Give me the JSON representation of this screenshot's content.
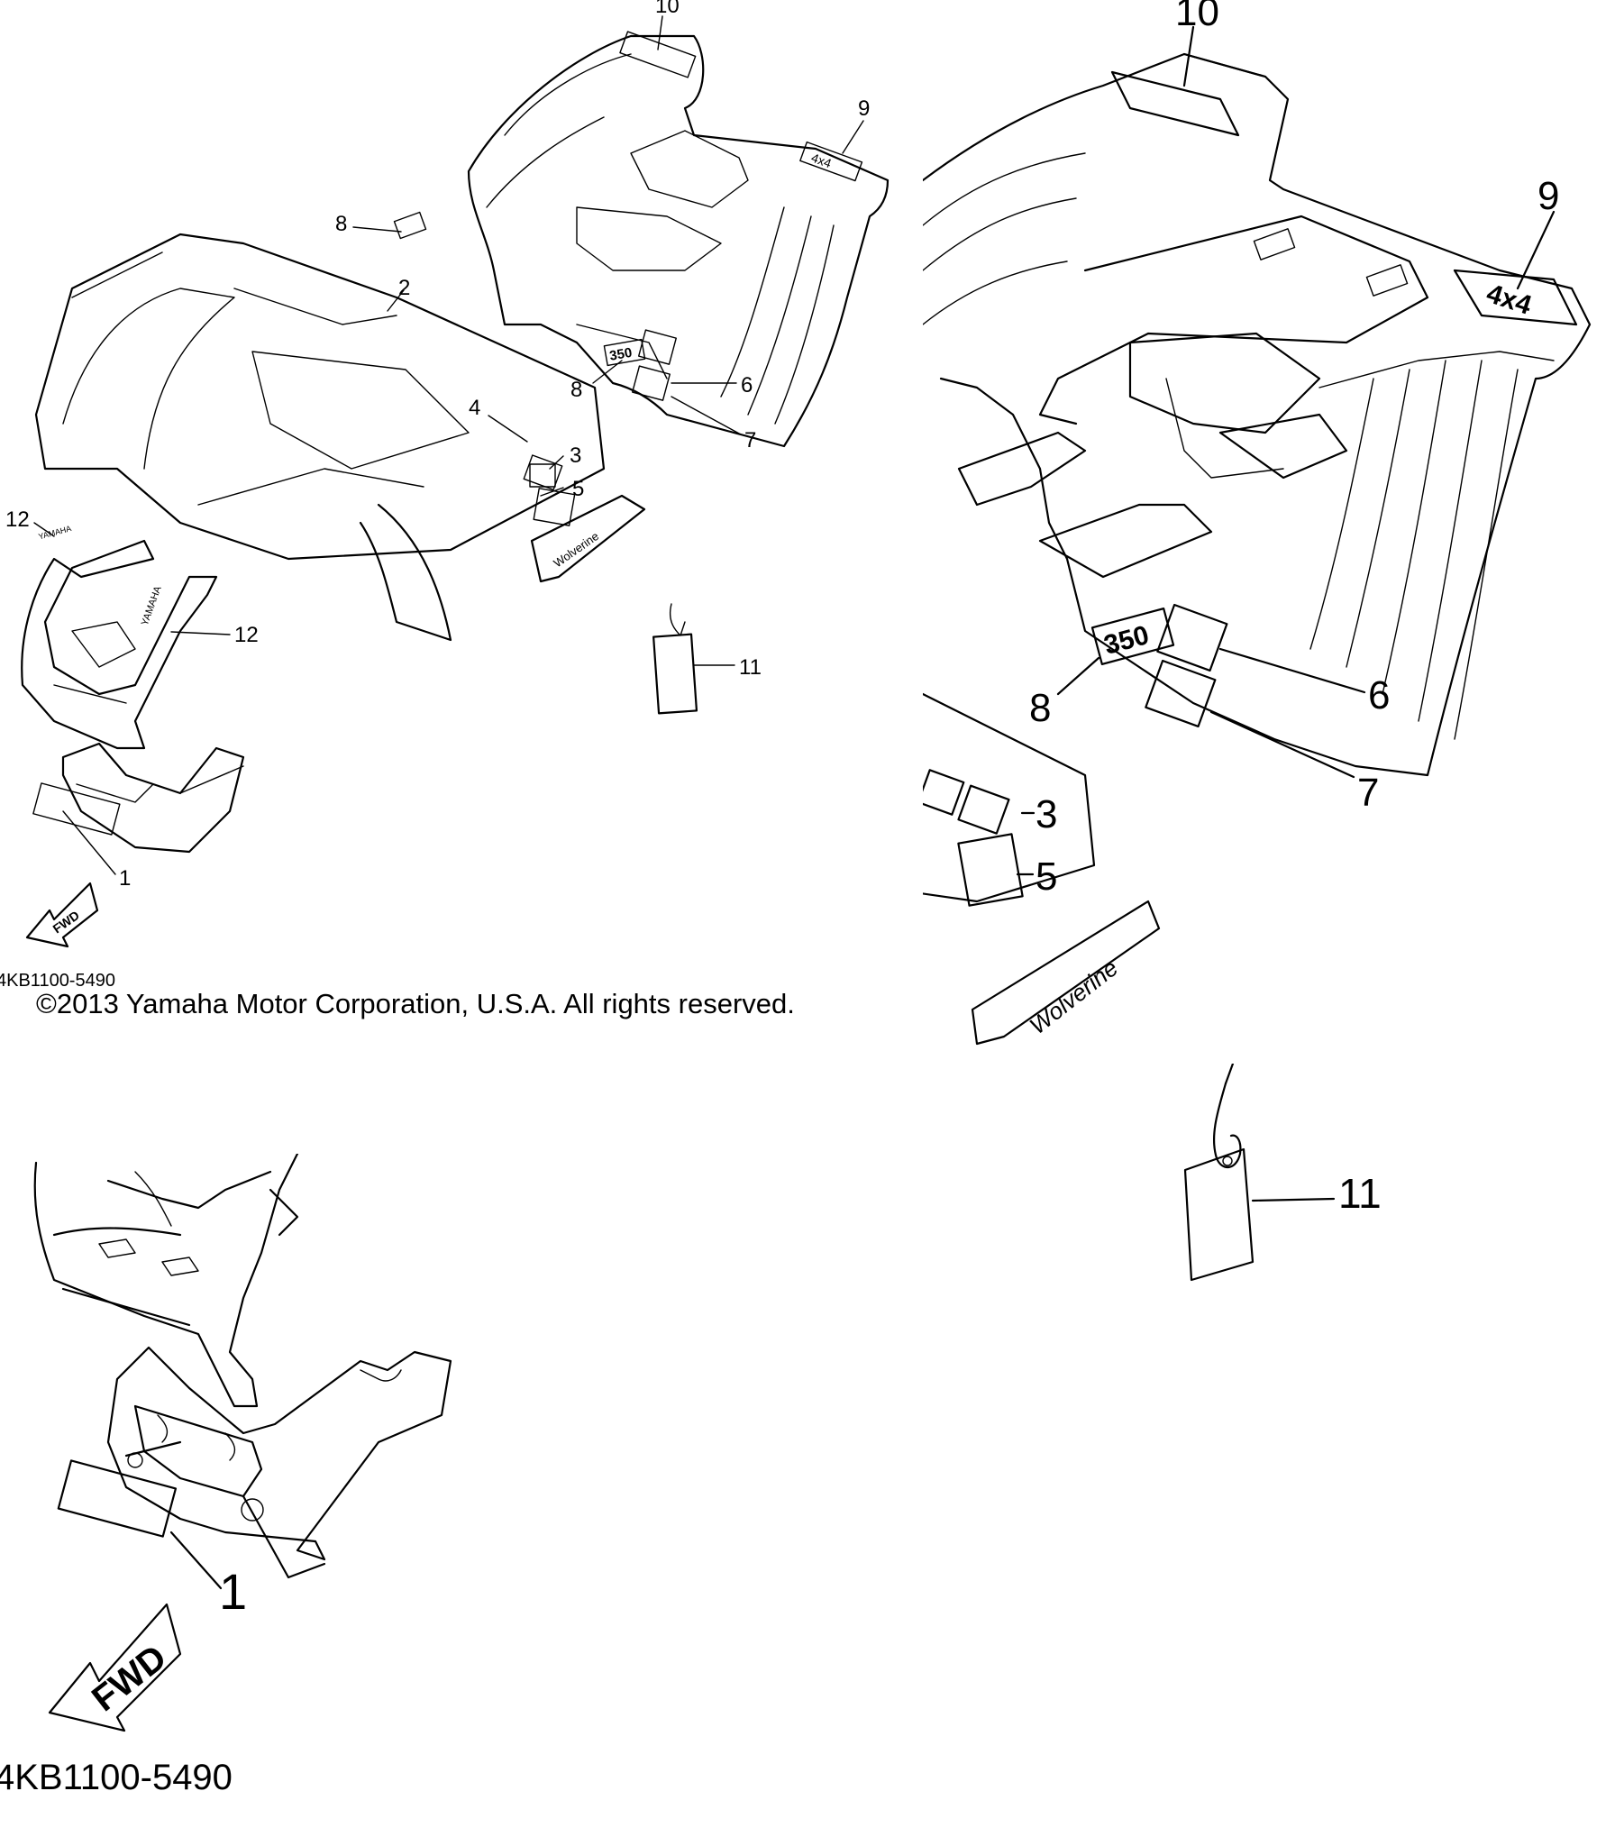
{
  "overview": {
    "part_code": "4KB1100-5490",
    "copyright": "©2013 Yamaha Motor Corporation, U.S.A. All rights reserved.",
    "callouts": [
      "1",
      "2",
      "3",
      "4",
      "5",
      "6",
      "7",
      "8",
      "8",
      "9",
      "10",
      "11",
      "12",
      "12"
    ],
    "decal_text": {
      "yamaha": "YAMAHA",
      "fwd": "FWD",
      "model": "350",
      "badge": "4x4",
      "wolverine": "Wolverine"
    }
  },
  "zoom_rear": {
    "callouts": [
      "10",
      "9",
      "8",
      "6",
      "7",
      "3",
      "5",
      "11"
    ],
    "decal_text": {
      "model": "350",
      "badge": "4x4",
      "wolverine": "Wolverine"
    }
  },
  "zoom_front": {
    "part_code": "4KB1100-5490",
    "callouts": [
      "1"
    ],
    "decal_text": {
      "fwd": "FWD"
    }
  }
}
